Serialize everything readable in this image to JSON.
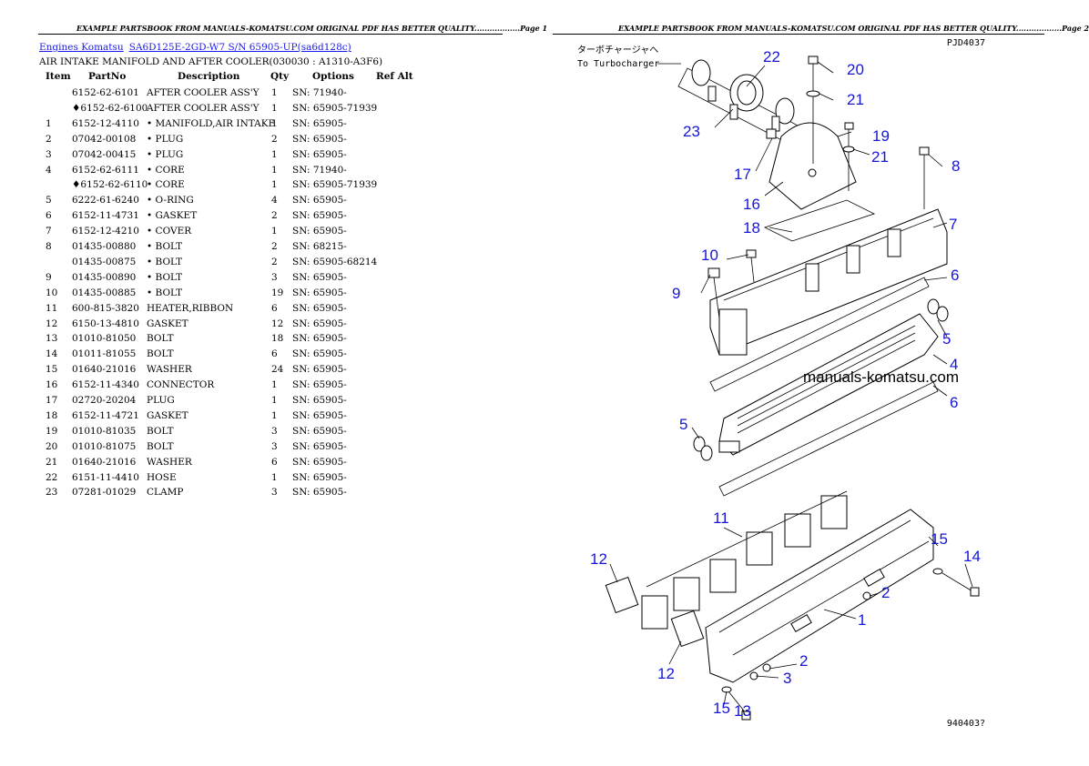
{
  "page1_header": "EXAMPLE PARTSBOOK FROM MANUALS-KOMATSU.COM ORIGINAL PDF HAS BETTER QUALITY..................Page 1",
  "page2_header": "EXAMPLE PARTSBOOK FROM MANUALS-KOMATSU.COM ORIGINAL PDF HAS BETTER QUALITY..................Page 2",
  "breadcrumb": {
    "link1": "Engines Komatsu",
    "link2": "SA6D125E-2GD-W7 S/N 65905-UP(sa6d128c)"
  },
  "section_title": "AIR INTAKE MANIFOLD AND AFTER COOLER(030030 : A1310-A3F6)",
  "columns": {
    "item": "Item",
    "partno": "PartNo",
    "description": "Description",
    "qty": "Qty",
    "options": "Options",
    "refalt": "Ref Alt"
  },
  "rows": [
    {
      "item": "",
      "partno": "6152-62-6101",
      "desc": "AFTER COOLER ASS'Y",
      "qty": "1",
      "opt": "SN: 71940-"
    },
    {
      "item": "",
      "partno": "♦6152-62-6100",
      "desc": "AFTER COOLER ASS'Y",
      "qty": "1",
      "opt": "SN: 65905-71939"
    },
    {
      "item": "1",
      "partno": "6152-12-4110",
      "desc": "• MANIFOLD,AIR INTAKE",
      "qty": "1",
      "opt": "SN: 65905-"
    },
    {
      "item": "2",
      "partno": "07042-00108",
      "desc": "• PLUG",
      "qty": "2",
      "opt": "SN: 65905-"
    },
    {
      "item": "3",
      "partno": "07042-00415",
      "desc": "• PLUG",
      "qty": "1",
      "opt": "SN: 65905-"
    },
    {
      "item": "4",
      "partno": "6152-62-6111",
      "desc": "• CORE",
      "qty": "1",
      "opt": "SN: 71940-"
    },
    {
      "item": "",
      "partno": "♦6152-62-6110",
      "desc": "• CORE",
      "qty": "1",
      "opt": "SN: 65905-71939"
    },
    {
      "item": "5",
      "partno": "6222-61-6240",
      "desc": "• O-RING",
      "qty": "4",
      "opt": "SN: 65905-"
    },
    {
      "item": "6",
      "partno": "6152-11-4731",
      "desc": "• GASKET",
      "qty": "2",
      "opt": "SN: 65905-"
    },
    {
      "item": "7",
      "partno": "6152-12-4210",
      "desc": "• COVER",
      "qty": "1",
      "opt": "SN: 65905-"
    },
    {
      "item": "8",
      "partno": "01435-00880",
      "desc": "• BOLT",
      "qty": "2",
      "opt": "SN: 68215-"
    },
    {
      "item": "",
      "partno": "01435-00875",
      "desc": "• BOLT",
      "qty": "2",
      "opt": "SN: 65905-68214"
    },
    {
      "item": "9",
      "partno": "01435-00890",
      "desc": "• BOLT",
      "qty": "3",
      "opt": "SN: 65905-"
    },
    {
      "item": "10",
      "partno": "01435-00885",
      "desc": "• BOLT",
      "qty": "19",
      "opt": "SN: 65905-"
    },
    {
      "item": "11",
      "partno": "600-815-3820",
      "desc": "HEATER,RIBBON",
      "qty": "6",
      "opt": "SN: 65905-"
    },
    {
      "item": "12",
      "partno": "6150-13-4810",
      "desc": "GASKET",
      "qty": "12",
      "opt": "SN: 65905-"
    },
    {
      "item": "13",
      "partno": "01010-81050",
      "desc": "BOLT",
      "qty": "18",
      "opt": "SN: 65905-"
    },
    {
      "item": "14",
      "partno": "01011-81055",
      "desc": "BOLT",
      "qty": "6",
      "opt": "SN: 65905-"
    },
    {
      "item": "15",
      "partno": "01640-21016",
      "desc": "WASHER",
      "qty": "24",
      "opt": "SN: 65905-"
    },
    {
      "item": "16",
      "partno": "6152-11-4340",
      "desc": "CONNECTOR",
      "qty": "1",
      "opt": "SN: 65905-"
    },
    {
      "item": "17",
      "partno": "02720-20204",
      "desc": "PLUG",
      "qty": "1",
      "opt": "SN: 65905-"
    },
    {
      "item": "18",
      "partno": "6152-11-4721",
      "desc": "GASKET",
      "qty": "1",
      "opt": "SN: 65905-"
    },
    {
      "item": "19",
      "partno": "01010-81035",
      "desc": "BOLT",
      "qty": "3",
      "opt": "SN: 65905-"
    },
    {
      "item": "20",
      "partno": "01010-81075",
      "desc": "BOLT",
      "qty": "3",
      "opt": "SN: 65905-"
    },
    {
      "item": "21",
      "partno": "01640-21016",
      "desc": "WASHER",
      "qty": "6",
      "opt": "SN: 65905-"
    },
    {
      "item": "22",
      "partno": "6151-11-4410",
      "desc": "HOSE",
      "qty": "1",
      "opt": "SN: 65905-"
    },
    {
      "item": "23",
      "partno": "07281-01029",
      "desc": "CLAMP",
      "qty": "3",
      "opt": "SN: 65905-"
    }
  ],
  "diagram": {
    "jp_label": "ターボチャージャへ",
    "en_label": "To Turbocharger",
    "code_top": "PJD4037",
    "code_bottom": "940403?",
    "watermark": "manuals-komatsu.com",
    "callouts": [
      "22",
      "20",
      "21",
      "23",
      "19",
      "17",
      "21",
      "8",
      "16",
      "18",
      "7",
      "10",
      "9",
      "6",
      "5",
      "4",
      "5",
      "6",
      "11",
      "15",
      "14",
      "12",
      "2",
      "1",
      "12",
      "2",
      "3",
      "15",
      "13"
    ]
  }
}
